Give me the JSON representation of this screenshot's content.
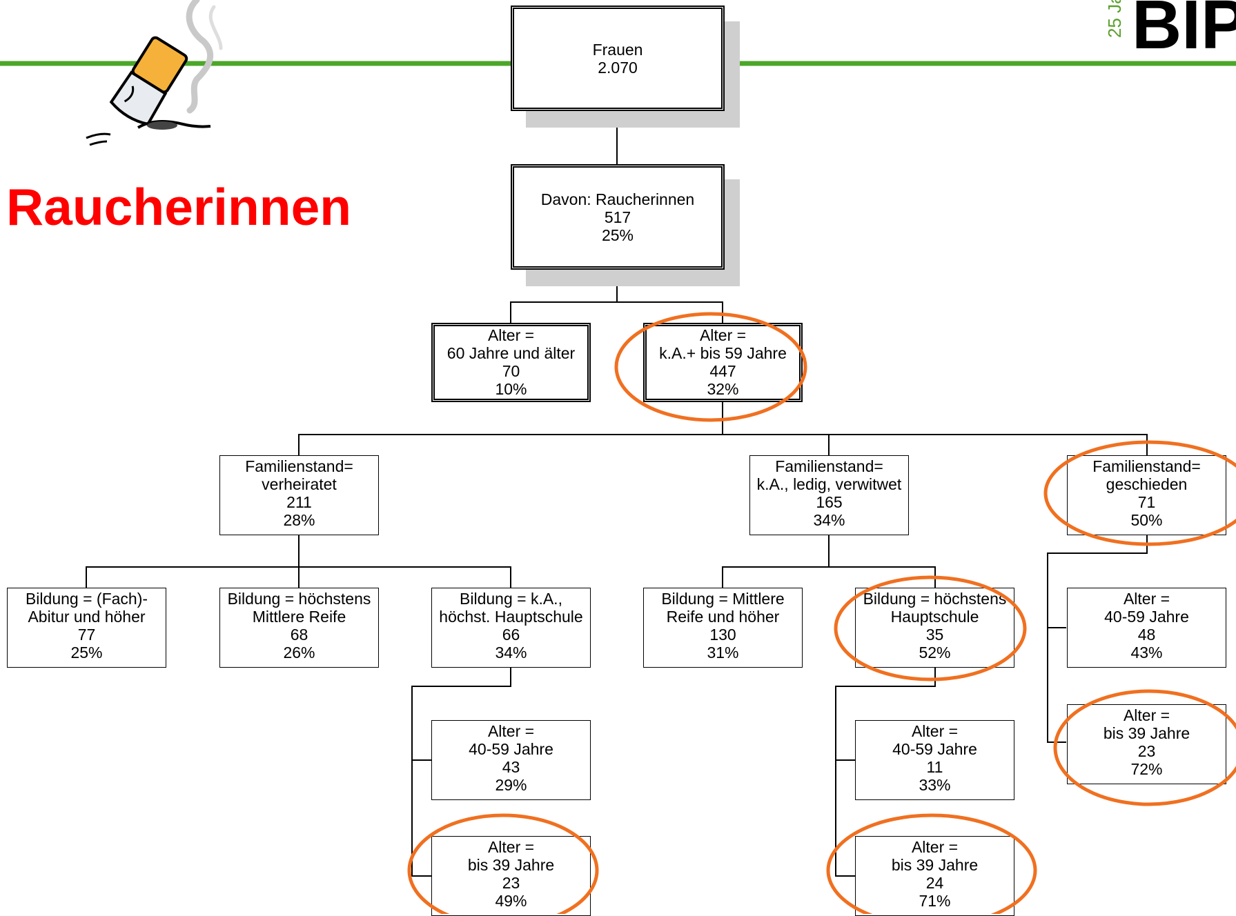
{
  "slide": {
    "title": "Raucherinnen",
    "logo": {
      "text": "BIPS",
      "sub": "25 Ja"
    },
    "accent_color": "#ff0000",
    "header_line_color": "#4ca62a",
    "highlight_color": "#f07020",
    "illustration": "cigarette-butt-icon"
  },
  "tree": {
    "root": {
      "lines": [
        "Frauen",
        "2.070"
      ]
    },
    "smokers": {
      "lines": [
        "Davon: Raucherinnen",
        "517",
        "25%"
      ]
    },
    "age_60_plus": {
      "lines": [
        "Alter =",
        "60 Jahre und älter",
        "70",
        "10%"
      ]
    },
    "age_to_59": {
      "lines": [
        "Alter =",
        "k.A.+ bis 59 Jahre",
        "447",
        "32%"
      ]
    },
    "fam_married": {
      "lines": [
        "Familienstand=",
        "verheiratet",
        "211",
        "28%"
      ]
    },
    "fam_single": {
      "lines": [
        "Familienstand=",
        "k.A., ledig, verwitwet",
        "165",
        "34%"
      ]
    },
    "fam_divorced": {
      "lines": [
        "Familienstand=",
        "geschieden",
        "71",
        "50%"
      ]
    },
    "edu_abitur": {
      "lines": [
        "Bildung = (Fach)-",
        "Abitur und höher",
        "77",
        "25%"
      ]
    },
    "edu_mittlere": {
      "lines": [
        "Bildung = höchstens",
        "Mittlere Reife",
        "68",
        "26%"
      ]
    },
    "edu_hauptschule_ka": {
      "lines": [
        "Bildung = k.A.,",
        "höchst. Hauptschule",
        "66",
        "34%"
      ]
    },
    "edu_mittlere_plus": {
      "lines": [
        "Bildung = Mittlere",
        "Reife und höher",
        "130",
        "31%"
      ]
    },
    "edu_hauptschule": {
      "lines": [
        "Bildung = höchstens",
        "Hauptschule",
        "35",
        "52%"
      ]
    },
    "div_age_40_59": {
      "lines": [
        "Alter =",
        "40-59 Jahre",
        "48",
        "43%"
      ]
    },
    "div_age_to_39": {
      "lines": [
        "Alter =",
        "bis 39 Jahre",
        "23",
        "72%"
      ]
    },
    "hs_ka_age_40_59": {
      "lines": [
        "Alter =",
        "40-59 Jahre",
        "43",
        "29%"
      ]
    },
    "hs_ka_age_to_39": {
      "lines": [
        "Alter =",
        "bis 39 Jahre",
        "23",
        "49%"
      ]
    },
    "hs_age_40_59": {
      "lines": [
        "Alter =",
        "40-59 Jahre",
        "11",
        "33%"
      ]
    },
    "hs_age_to_39": {
      "lines": [
        "Alter =",
        "bis 39 Jahre",
        "24",
        "71%"
      ]
    }
  }
}
